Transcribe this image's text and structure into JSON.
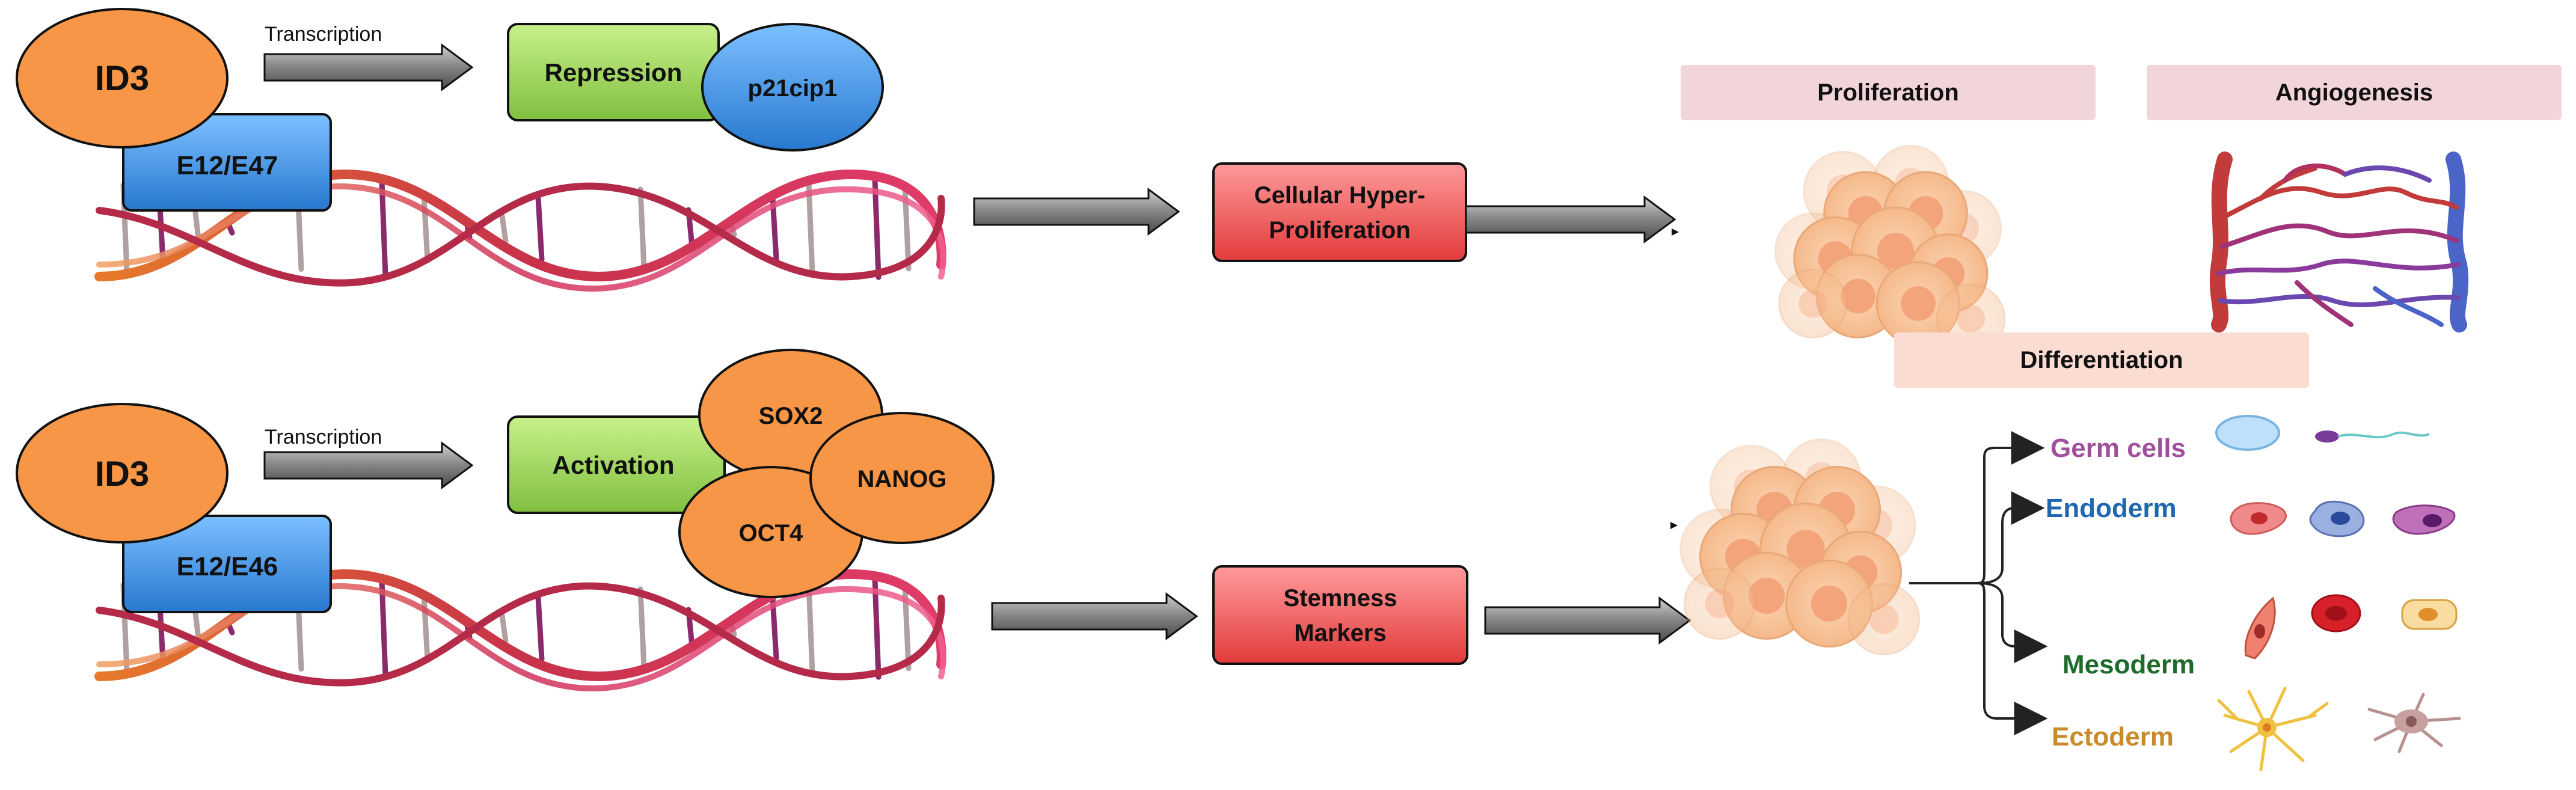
{
  "top_pathway": {
    "factor": "ID3",
    "partner": "E12/E47",
    "process_label": "Transcription",
    "effect": "Repression",
    "target": "p21cip1",
    "outcome": "Cellular Hyper-Proliferation",
    "outcome_lines": [
      "Cellular Hyper-",
      "Proliferation"
    ],
    "result_labels": {
      "proliferation": "Proliferation",
      "angiogenesis": "Angiogenesis"
    }
  },
  "bottom_pathway": {
    "factor": "ID3",
    "partner": "E12/E46",
    "process_label": "Transcription",
    "effect": "Activation",
    "targets": [
      "SOX2",
      "NANOG",
      "OCT4"
    ],
    "outcome": "Stemness Markers",
    "outcome_lines": [
      "Stemness",
      "Markers"
    ],
    "result_label": "Differentiation",
    "lineages": [
      {
        "name": "Germ cells",
        "color": "#a0509a"
      },
      {
        "name": "Endoderm",
        "color": "#1f67b1"
      },
      {
        "name": "Mesoderm",
        "color": "#1d6b2b"
      },
      {
        "name": "Ectoderm",
        "color": "#c88a2a"
      }
    ]
  },
  "colors": {
    "factor_fill": "#f79646",
    "partner_fill": "#3d8fe0",
    "effect_fill": "#92d050",
    "outcome_fill": "#f25757",
    "result_label_bg_pink": "#f2d5da",
    "result_label_bg_peach": "#fbdcd2",
    "arrow_fill": "#7f7f7f"
  }
}
